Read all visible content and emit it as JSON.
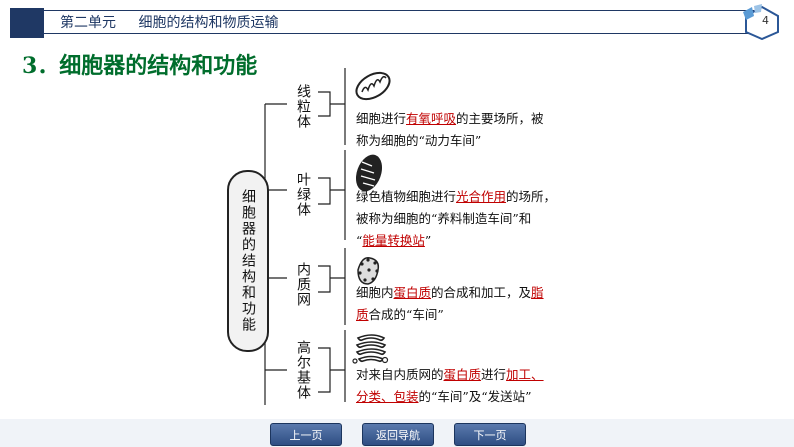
{
  "header": {
    "unit": "第二单元",
    "subject": "细胞的结构和物质运输",
    "page_number": "4"
  },
  "section": {
    "title": "3．细胞器的结构和功能"
  },
  "center_label": "细胞器的结构和功能",
  "organelles": [
    {
      "name": "线粒体",
      "icon": "mitochondrion-icon",
      "lines": [
        [
          {
            "t": "细胞进行"
          },
          {
            "t": "有氧呼吸",
            "hl": true
          },
          {
            "t": "的主要场所，被"
          }
        ],
        [
          {
            "t": "称为细胞的“动力车间”"
          }
        ]
      ]
    },
    {
      "name": "叶绿体",
      "icon": "chloroplast-icon",
      "lines": [
        [
          {
            "t": "绿色植物细胞进行"
          },
          {
            "t": "光合作用",
            "hl": true
          },
          {
            "t": "的场所，"
          }
        ],
        [
          {
            "t": "被称为细胞的“养料制造车间”和"
          }
        ],
        [
          {
            "t": "“"
          },
          {
            "t": "能量转换站",
            "hl": true
          },
          {
            "t": "”"
          }
        ]
      ]
    },
    {
      "name": "内质网",
      "icon": "endoplasmic-reticulum-icon",
      "lines": [
        [
          {
            "t": "细胞内"
          },
          {
            "t": "蛋白质",
            "hl": true
          },
          {
            "t": "的合成和加工，及"
          },
          {
            "t": "脂",
            "hl": true
          }
        ],
        [
          {
            "t": "质",
            "hl": true
          },
          {
            "t": "合成的“车间”"
          }
        ]
      ]
    },
    {
      "name": "高尔基体",
      "icon": "golgi-apparatus-icon",
      "lines": [
        [
          {
            "t": "对来自内质网的"
          },
          {
            "t": "蛋白质",
            "hl": true
          },
          {
            "t": "进行"
          },
          {
            "t": "加工、",
            "hl": true
          }
        ],
        [
          {
            "t": "分类、包装",
            "hl": true
          },
          {
            "t": "的“车间”及“发送站”"
          }
        ]
      ]
    }
  ],
  "nav": {
    "prev": "上一页",
    "home": "返回导航",
    "next": "下一页"
  }
}
